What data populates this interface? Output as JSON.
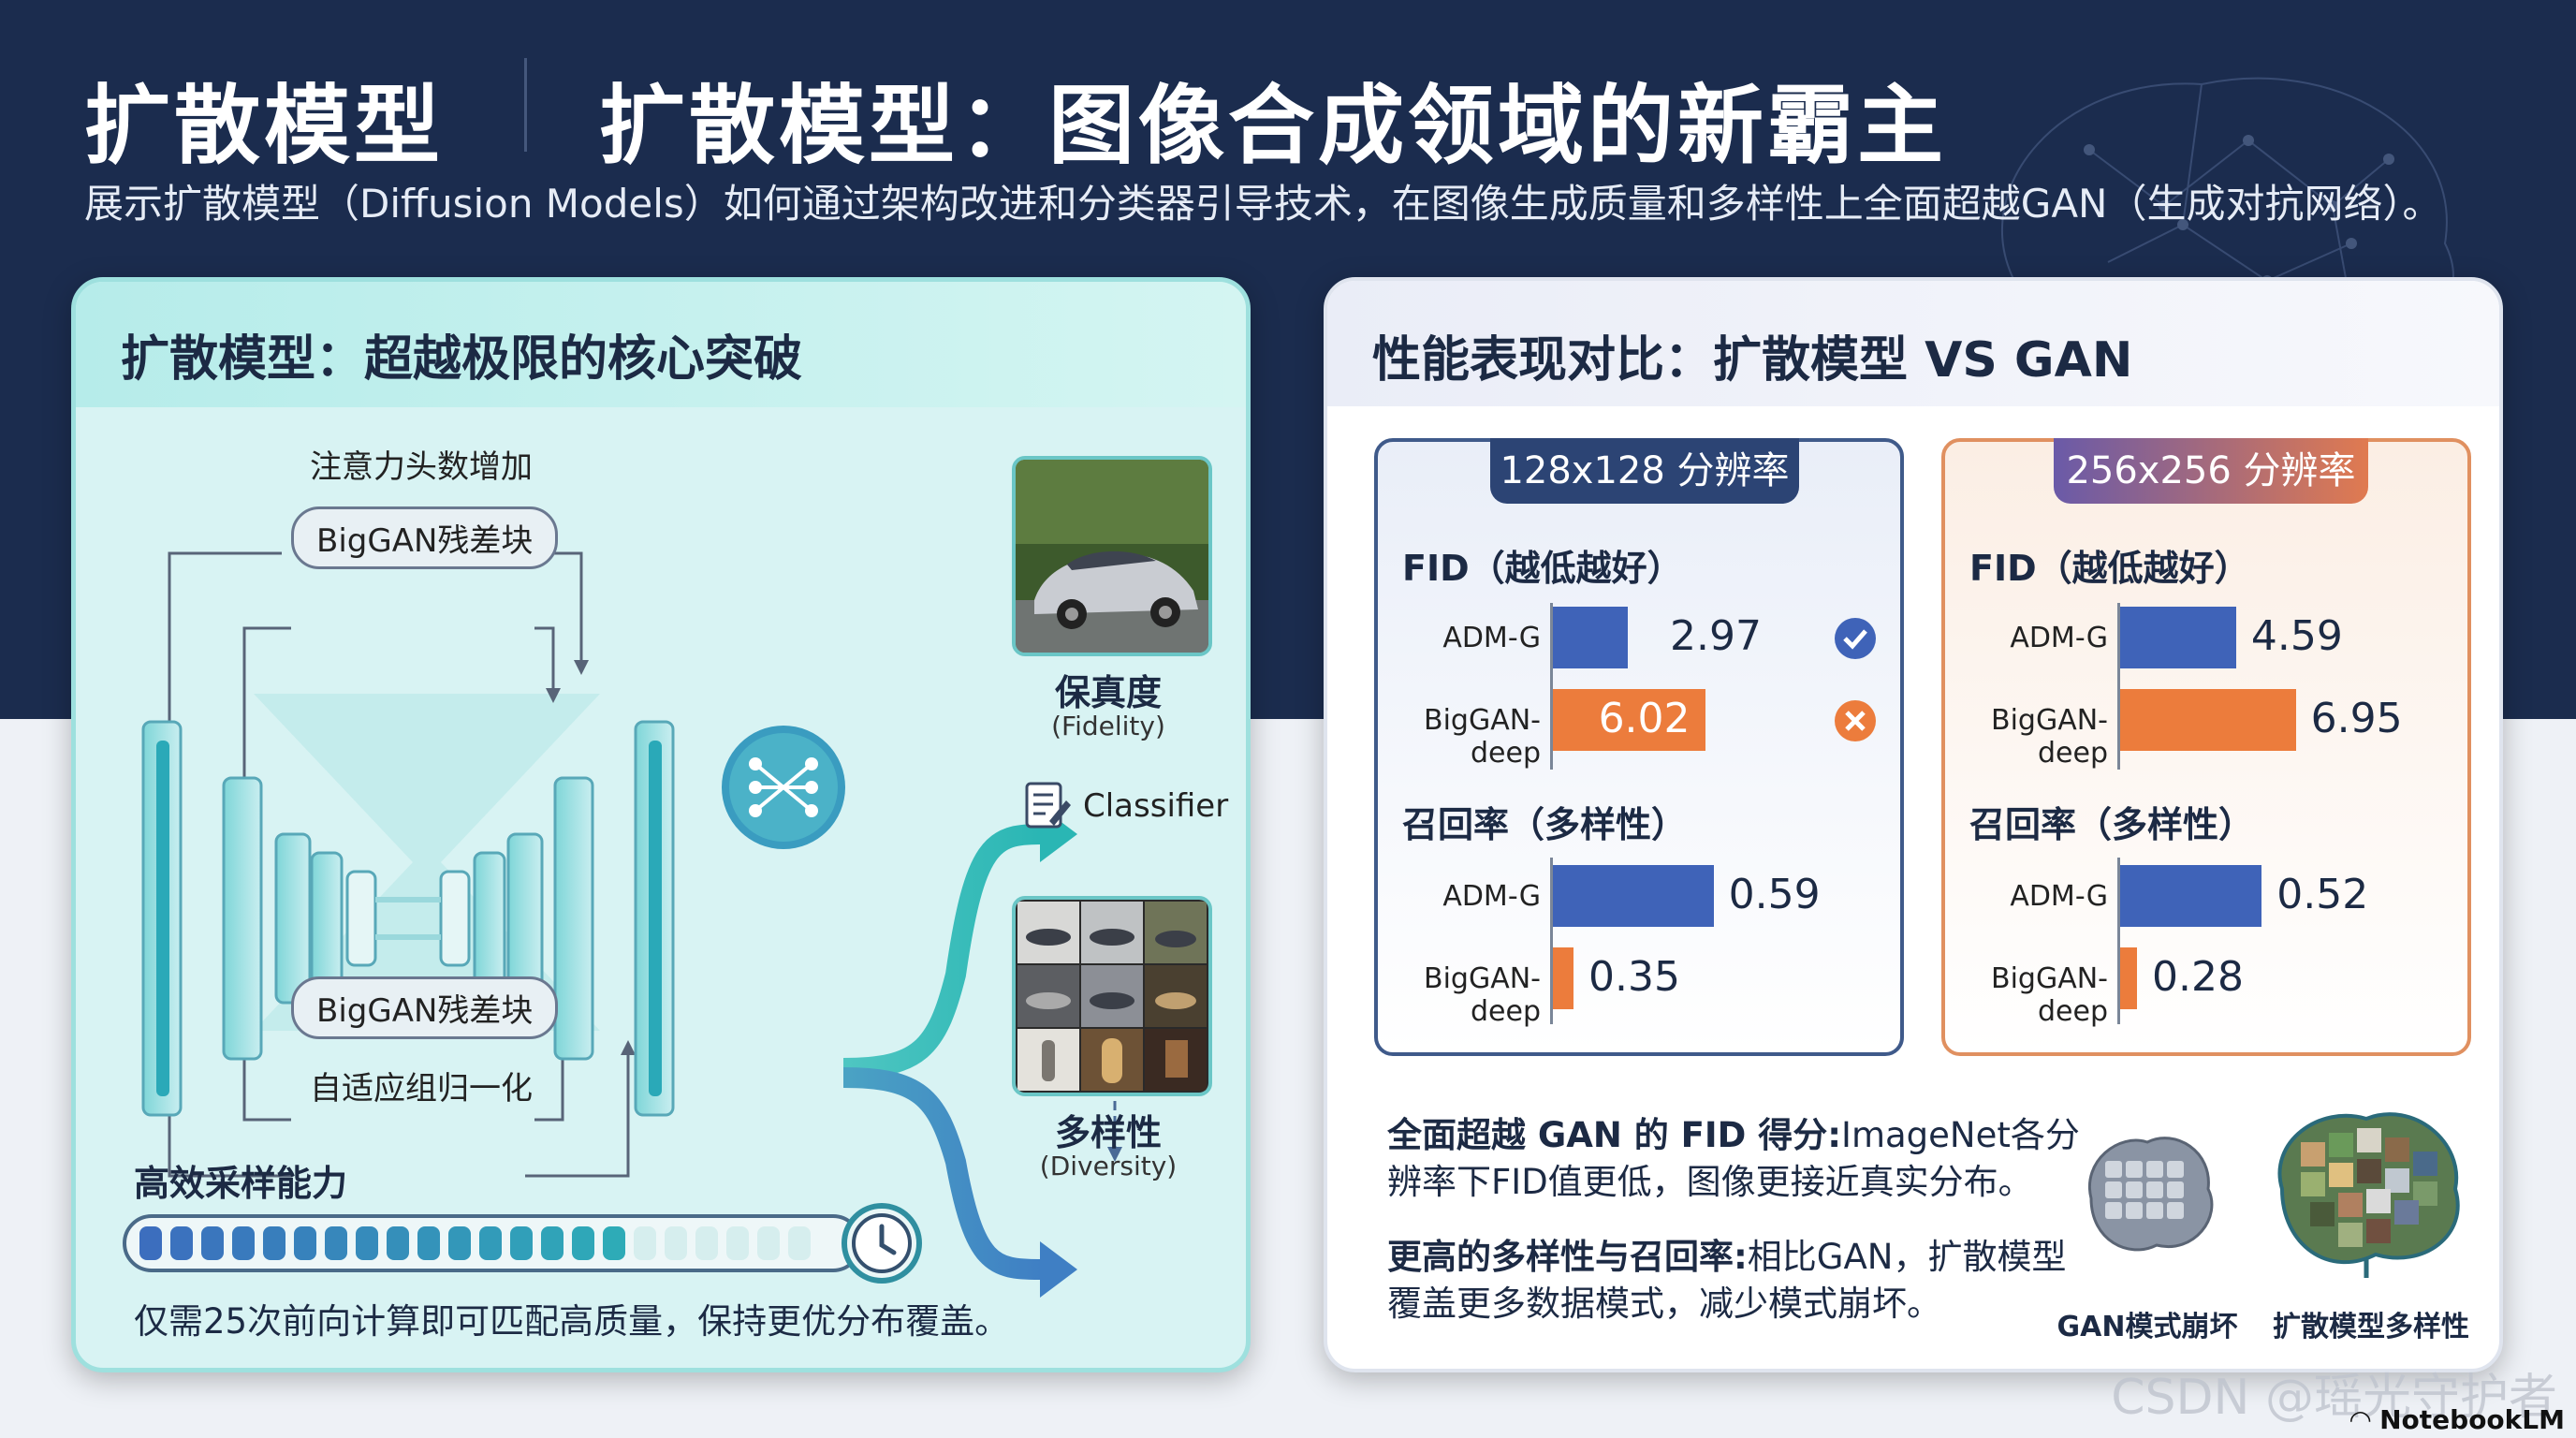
{
  "header": {
    "title_left": "扩散模型",
    "title_main": "扩散模型：图像合成领域的新霸主",
    "subtitle": "展示扩散模型（Diffusion Models）如何通过架构改进和分类器引导技术，在图像生成质量和多样性上全面超越GAN（生成对抗网络）。"
  },
  "left_panel": {
    "title": "扩散模型：超越极限的核心突破",
    "labels": {
      "attention": "注意力头数增加",
      "biggan_top": "BigGAN残差块",
      "biggan_bottom": "BigGAN残差块",
      "adaptive_norm": "自适应组归一化"
    },
    "outputs": {
      "fidelity_cn": "保真度",
      "fidelity_en": "(Fidelity)",
      "classifier": "Classifier",
      "diversity_cn": "多样性",
      "diversity_en": "(Diversity)"
    },
    "sampling": {
      "title": "高效采样能力",
      "progress_fraction": 0.72,
      "description": "仅需25次前向计算即可匹配高质量，保持更优分布覆盖。"
    }
  },
  "right_panel": {
    "title": "性能表现对比：扩散模型 VS GAN",
    "res128": {
      "tab": "128x128 分辨率",
      "fid_title": "FID（越低越好）",
      "recall_title": "召回率（多样性）",
      "rows_fid": [
        {
          "label": "ADM-G",
          "value": "2.97",
          "num": 2.97,
          "status": "check"
        },
        {
          "label": "BigGAN-deep",
          "value": "6.02",
          "num": 6.02,
          "status": "cross"
        }
      ],
      "rows_recall": [
        {
          "label": "ADM-G",
          "value": "0.59",
          "num": 0.59
        },
        {
          "label": "BigGAN-deep",
          "value": "0.35",
          "num": 0.35
        }
      ]
    },
    "res256": {
      "tab": "256x256 分辨率",
      "fid_title": "FID（越低越好）",
      "recall_title": "召回率（多样性）",
      "rows_fid": [
        {
          "label": "ADM-G",
          "value": "4.59",
          "num": 4.59
        },
        {
          "label": "BigGAN-deep",
          "value": "6.95",
          "num": 6.95
        }
      ],
      "rows_recall": [
        {
          "label": "ADM-G",
          "value": "0.52",
          "num": 0.52
        },
        {
          "label": "BigGAN-deep",
          "value": "0.28",
          "num": 0.28
        }
      ]
    },
    "notes": {
      "n1_bold": "全面超越 GAN 的 FID 得分:",
      "n1_rest_a": "ImageNet各分",
      "n1_rest_b": "辨率下FID值更低，图像更接近真实分布。",
      "n2_bold": "更高的多样性与召回率:",
      "n2_rest_a": "相比GAN，扩散模型",
      "n2_rest_b": "覆盖更多数据模式，减少模式崩坏。"
    },
    "icon_captions": {
      "gan": "GAN模式崩坏",
      "diffusion": "扩散模型多样性"
    }
  },
  "colors": {
    "adm": "#3f63b8",
    "biggan": "#ec7c3c",
    "teal": "#3bbcbc",
    "navy": "#1b2c4e"
  },
  "footer": {
    "watermark": "CSDN @瑶光守护者",
    "brand": "NotebookLM"
  }
}
